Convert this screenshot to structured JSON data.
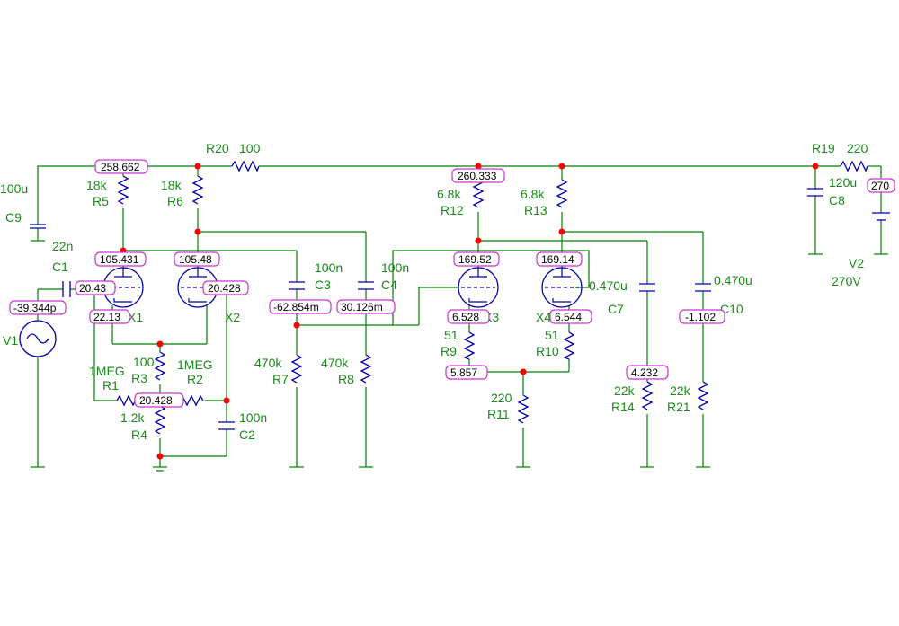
{
  "components": {
    "R20": {
      "ref": "R20",
      "value": "100"
    },
    "R19": {
      "ref": "R19",
      "value": "220"
    },
    "R5": {
      "ref": "R5",
      "value": "18k"
    },
    "R6": {
      "ref": "R6",
      "value": "18k"
    },
    "R12": {
      "ref": "R12",
      "value": "6.8k"
    },
    "R13": {
      "ref": "R13",
      "value": "6.8k"
    },
    "C9": {
      "ref": "C9",
      "value": "100u"
    },
    "C8": {
      "ref": "C8",
      "value": "120u"
    },
    "C1": {
      "ref": "C1",
      "value": "22n"
    },
    "C3": {
      "ref": "C3",
      "value": "100n"
    },
    "C4": {
      "ref": "C4",
      "value": "100n"
    },
    "C7": {
      "ref": "C7",
      "value": "0.470u"
    },
    "C10": {
      "ref": "C10",
      "value": "0.470u"
    },
    "C2": {
      "ref": "C2",
      "value": "100n"
    },
    "R1": {
      "ref": "R1",
      "value": "1MEG"
    },
    "R2": {
      "ref": "R2",
      "value": "1MEG"
    },
    "R3": {
      "ref": "R3",
      "value": "100"
    },
    "R4": {
      "ref": "R4",
      "value": "1.2k"
    },
    "R7": {
      "ref": "R7",
      "value": "470k"
    },
    "R8": {
      "ref": "R8",
      "value": "470k"
    },
    "R9": {
      "ref": "R9",
      "value": "51"
    },
    "R10": {
      "ref": "R10",
      "value": "51"
    },
    "R11": {
      "ref": "R11",
      "value": "220"
    },
    "R14": {
      "ref": "R14",
      "value": "22k"
    },
    "R21": {
      "ref": "R21",
      "value": "22k"
    },
    "V1": {
      "ref": "V1"
    },
    "V2": {
      "ref": "V2",
      "value": "270V"
    },
    "X1": {
      "ref": "X1"
    },
    "X2": {
      "ref": "X2"
    },
    "X3": {
      "ref": "X3"
    },
    "X4": {
      "ref": "X4"
    }
  },
  "node_voltages": {
    "n1": "258.662",
    "n2": "260.333",
    "n3": "270",
    "n4": "105.431",
    "n5": "105.48",
    "n6": "20.43",
    "n7": "20.428",
    "n8": "-39.344p",
    "n9": "22.13",
    "n10": "20.428",
    "n11": "-62.854m",
    "n12": "30.126m",
    "n13": "169.52",
    "n14": "169.14",
    "n15": "6.528",
    "n16": "6.544",
    "n17": "5.857",
    "n18": "4.232",
    "n19": "-1.102"
  },
  "colors": {
    "wire": "#008000",
    "component": "#0000aa",
    "label": "#1a8a1a",
    "junction": "#ff0000",
    "probe_border": "#cc33cc"
  }
}
